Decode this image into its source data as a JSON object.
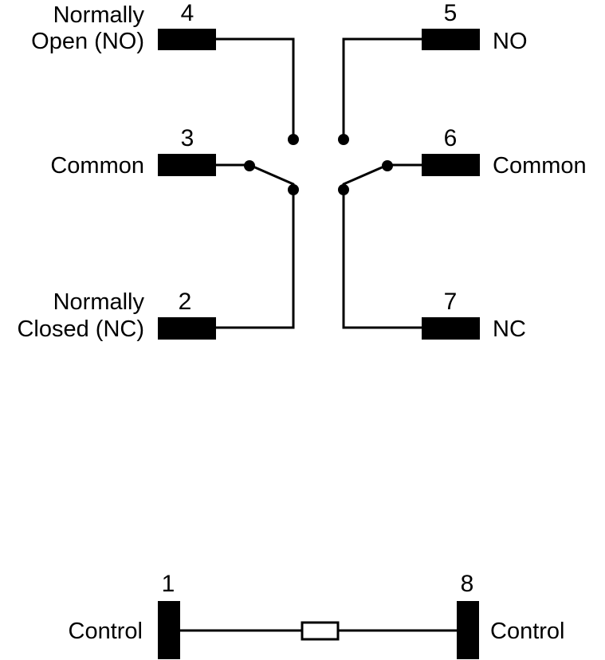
{
  "pins": {
    "p1": {
      "number": "1",
      "label": "Control"
    },
    "p2": {
      "number": "2",
      "label_line1": "Normally",
      "label_line2": "Closed (NC)"
    },
    "p3": {
      "number": "3",
      "label": "Common"
    },
    "p4": {
      "number": "4",
      "label_line1": "Normally",
      "label_line2": "Open (NO)"
    },
    "p5": {
      "number": "5",
      "label": "NO"
    },
    "p6": {
      "number": "6",
      "label": "Common"
    },
    "p7": {
      "number": "7",
      "label": "NC"
    },
    "p8": {
      "number": "8",
      "label": "Control"
    }
  },
  "colors": {
    "ink": "#000000",
    "background": "#ffffff"
  }
}
